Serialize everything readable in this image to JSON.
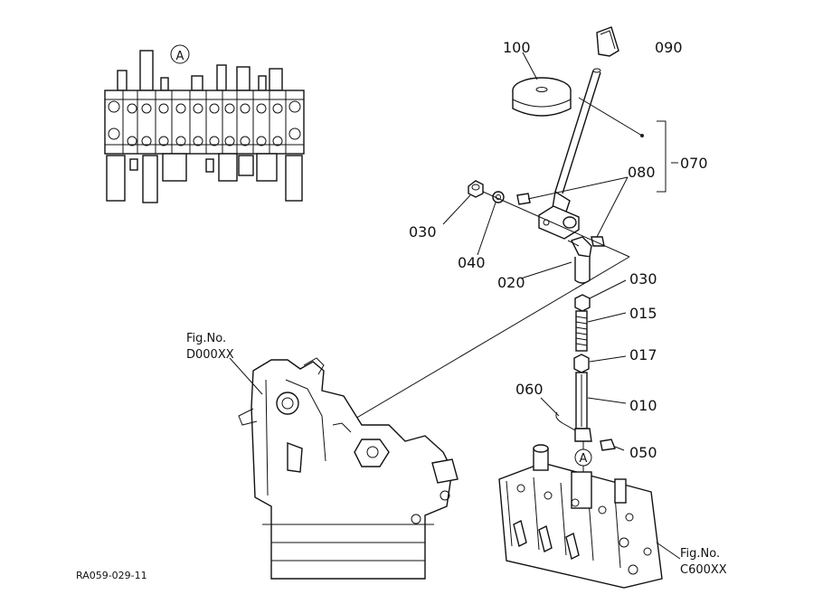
{
  "callouts": {
    "p100": "100",
    "p090": "090",
    "p070": "070",
    "p080": "080",
    "p030a": "030",
    "p040": "040",
    "p020": "020",
    "p030b": "030",
    "p015": "015",
    "p017": "017",
    "p060": "060",
    "p010": "010",
    "p050": "050"
  },
  "references": {
    "detail_marker": "A",
    "fig_left_line1": "Fig.No.",
    "fig_left_line2": "D000XX",
    "fig_right_line1": "Fig.No.",
    "fig_right_line2": "C600XX"
  },
  "drawing_code": "RA059-029-11"
}
